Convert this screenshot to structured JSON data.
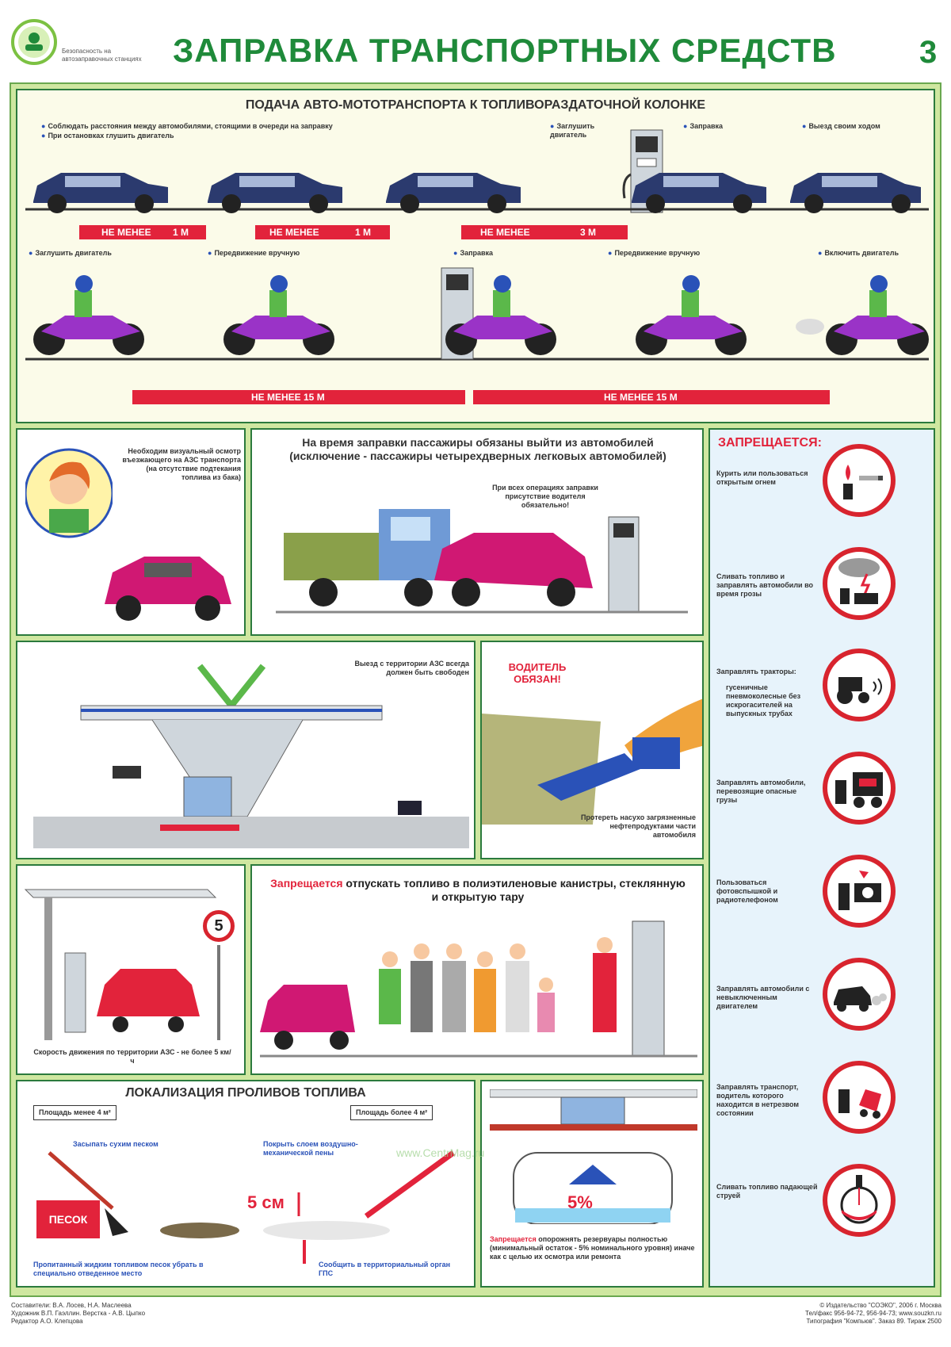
{
  "header": {
    "title": "ЗАПРАВКА ТРАНСПОРТНЫХ СРЕДСТВ",
    "sheet_number": "3",
    "series_text": "Безопасность на автозаправочных станциях"
  },
  "section1": {
    "title": "ПОДАЧА АВТО-МОТОТРАНСПОРТА К ТОПЛИВОРАЗДАТОЧНОЙ КОЛОНКЕ",
    "car_notes": {
      "queue_1": "Соблюдать расстояния между автомобилями, стоящими в очереди на заправку",
      "queue_2": "При остановках глушить двигатель",
      "stop_engine": "Заглушить двигатель",
      "refuel": "Заправка",
      "exit": "Выезд своим ходом"
    },
    "car_distances": [
      {
        "label": "НЕ МЕНЕЕ",
        "value": "1 М"
      },
      {
        "label": "НЕ МЕНЕЕ",
        "value": "1 М"
      },
      {
        "label": "НЕ МЕНЕЕ",
        "value": "3 М"
      }
    ],
    "moto_notes": {
      "stop_engine": "Заглушить двигатель",
      "manual_1": "Передвижение вручную",
      "refuel": "Заправка",
      "manual_2": "Передвижение вручную",
      "start_engine": "Включить двигатель"
    },
    "moto_distances": [
      "НЕ МЕНЕЕ 15 М",
      "НЕ МЕНЕЕ 15 М"
    ]
  },
  "inspection": {
    "text": "Необходим визуальный осмотр въезжающего на АЗС транспорта (на отсутствие подтекания топлива из бака)"
  },
  "passengers": {
    "title": "На время заправки пассажиры обязаны выйти из автомобилей (исключение - пассажиры четырехдверных легковых автомобилей)",
    "note": "При всех операциях заправки присутствие водителя обязательно!"
  },
  "prohibited": {
    "title": "ЗАПРЕЩАЕТСЯ:",
    "items": [
      {
        "text": "Курить или пользоваться открытым огнем",
        "icon": "smoking-icon"
      },
      {
        "text": "Сливать топливо и заправлять автомобили во время грозы",
        "icon": "thunderstorm-icon"
      },
      {
        "text": "Заправлять тракторы:",
        "sub": "гусеничные пневмоколесные без искрогасителей на выпускных трубах",
        "icon": "tractor-icon"
      },
      {
        "text": "Заправлять автомобили, перевозящие опасные грузы",
        "icon": "hazard-truck-icon"
      },
      {
        "text": "Пользоваться фотовспышкой и радиотелефоном",
        "icon": "camera-phone-icon"
      },
      {
        "text": "Заправлять автомобили с невыключенным двигателем",
        "icon": "running-car-icon"
      },
      {
        "text": "Заправлять транспорт, водитель которого находится в нетрезвом состоянии",
        "icon": "drunk-driver-icon"
      },
      {
        "text": "Сливать топливо падающей струей",
        "icon": "falling-stream-icon"
      }
    ]
  },
  "exit_free": {
    "text": "Выезд с территории АЗС всегда должен быть свободен"
  },
  "driver_must": {
    "title": "ВОДИТЕЛЬ ОБЯЗАН!",
    "text": "Протереть насухо загрязненные нефтепродуктами части автомобиля"
  },
  "speed": {
    "sign": "5",
    "text": "Скорость движения по территории АЗС - не более 5 км/ч"
  },
  "containers": {
    "prefix": "Запрещается",
    "text": "отпускать топливо в полиэтиленовые канистры, стеклянную и открытую тару"
  },
  "spills": {
    "title": "ЛОКАЛИЗАЦИЯ ПРОЛИВОВ ТОПЛИВА",
    "small_area": "Площадь менее 4 м²",
    "large_area": "Площадь более 4 м²",
    "sand": "Засыпать сухим песком",
    "foam": "Покрыть слоем воздушно-механической пены",
    "depth": "5 см",
    "sand_box": "ПЕСОК",
    "remove": "Пропитанный жидким топливом песок убрать в специально отведенное место",
    "report": "Сообщить в территориальный орган ГПС"
  },
  "tank": {
    "percent": "5%",
    "prefix": "Запрещается",
    "text": "опорожнять резервуары полностью (минимальный остаток - 5% номинального уровня) иначе как с целью их осмотра или ремонта"
  },
  "watermark": "www.CentrMag.ru",
  "footer": {
    "left": [
      "Составители: В.А. Лосев, Н.А. Маслеева",
      "Художник В.П. Гаэллин. Верстка - А.В. Цыпко",
      "Редактор А.О. Клепцова"
    ],
    "right": [
      "© Издательство \"СОЭКО\", 2006 г. Москва",
      "Тел/факс 956-94-72, 956-94-73; www.souzkn.ru",
      "Типография \"Компьюв\". Заказ 89. Тираж 2500"
    ]
  },
  "colors": {
    "brand_green": "#1f8a3a",
    "frame_green": "#cfe7a0",
    "danger_red": "#d8242e",
    "moto_purple": "#9a33c7",
    "car_pink": "#d01873",
    "car_navy": "#2b3a6e"
  }
}
